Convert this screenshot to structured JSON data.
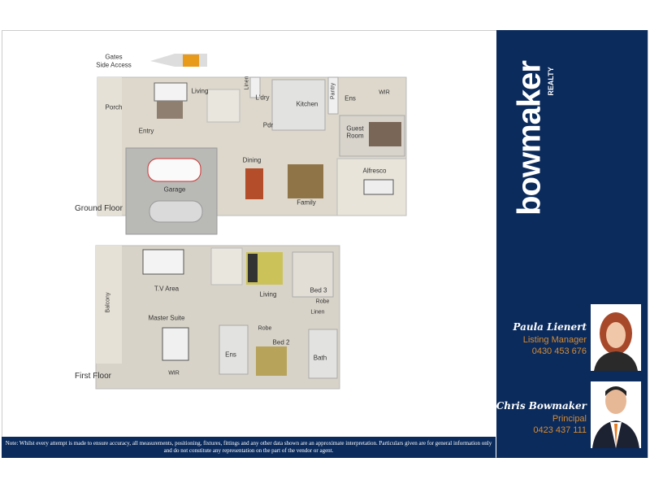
{
  "brand": {
    "name": "bowmaker",
    "tagline": "REALTY",
    "color": "#0b2b5c",
    "accent": "#d98b2e"
  },
  "ground_floor": {
    "title": "Ground Floor",
    "rooms": {
      "gates": "Gates",
      "side_access": "Side Access",
      "living": "Living",
      "linen": "Linen",
      "laundry": "L'dry",
      "kitchen": "Kitchen",
      "pantry": "Pantry",
      "ensuite": "Ens",
      "wir": "WIR",
      "porch": "Porch",
      "entry": "Entry",
      "powder": "Pdr",
      "guest": "Guest",
      "guest_room": "Room",
      "dining": "Dining",
      "alfresco": "Alfresco",
      "garage": "Garage",
      "family": "Family"
    }
  },
  "first_floor": {
    "title": "First Floor",
    "rooms": {
      "tv_area": "T.V Area",
      "living": "Living",
      "bed3": "Bed 3",
      "robe3": "Robe",
      "linen": "Linen",
      "balcony": "Balcony",
      "master": "Master Suite",
      "robe2": "Robe",
      "ensuite": "Ens",
      "bed2": "Bed 2",
      "bath": "Bath",
      "wir": "WIR"
    }
  },
  "agents": [
    {
      "name": "Paula Lienert",
      "role": "Listing Manager",
      "phone": "0430 453 676"
    },
    {
      "name": "Chris Bowmaker",
      "role": "Principal",
      "phone": "0423 437 111"
    }
  ],
  "disclaimer": "Note: Whilst every attempt is made to ensure accuracy, all measurements, positioning, fixtures, fittings and any other data shown are an approximate interpretation.  Particulars given are for general information only and do not constitute any representation on the part of the vendor or agent."
}
